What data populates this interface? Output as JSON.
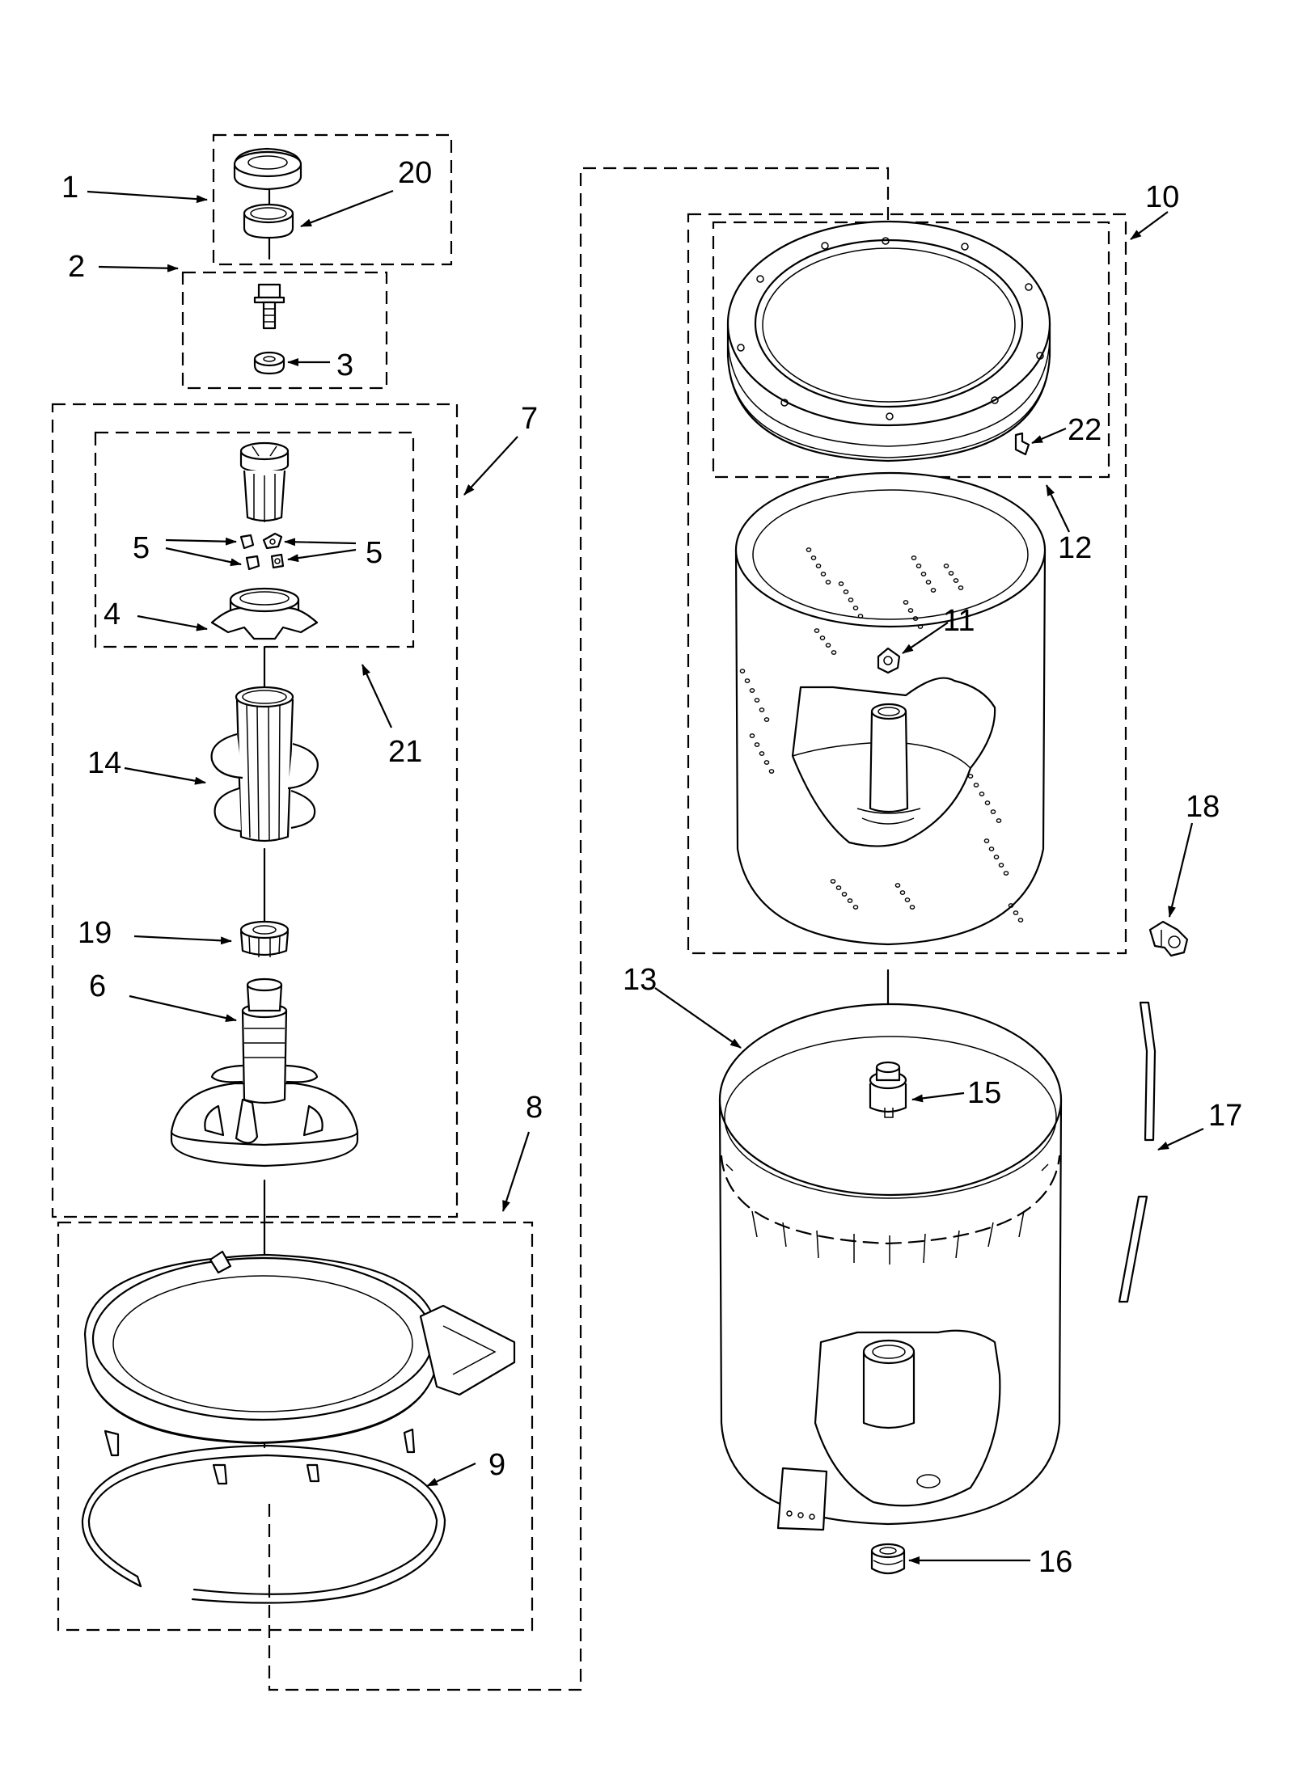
{
  "callouts": {
    "c1": "1",
    "c20": "20",
    "c2": "2",
    "c3": "3",
    "c7": "7",
    "c5a": "5",
    "c5b": "5",
    "c4": "4",
    "c21": "21",
    "c14": "14",
    "c19": "19",
    "c6": "6",
    "c8": "8",
    "c9": "9",
    "c10": "10",
    "c22": "22",
    "c12": "12",
    "c11": "11",
    "c18": "18",
    "c13": "13",
    "c15": "15",
    "c17": "17",
    "c16": "16"
  }
}
